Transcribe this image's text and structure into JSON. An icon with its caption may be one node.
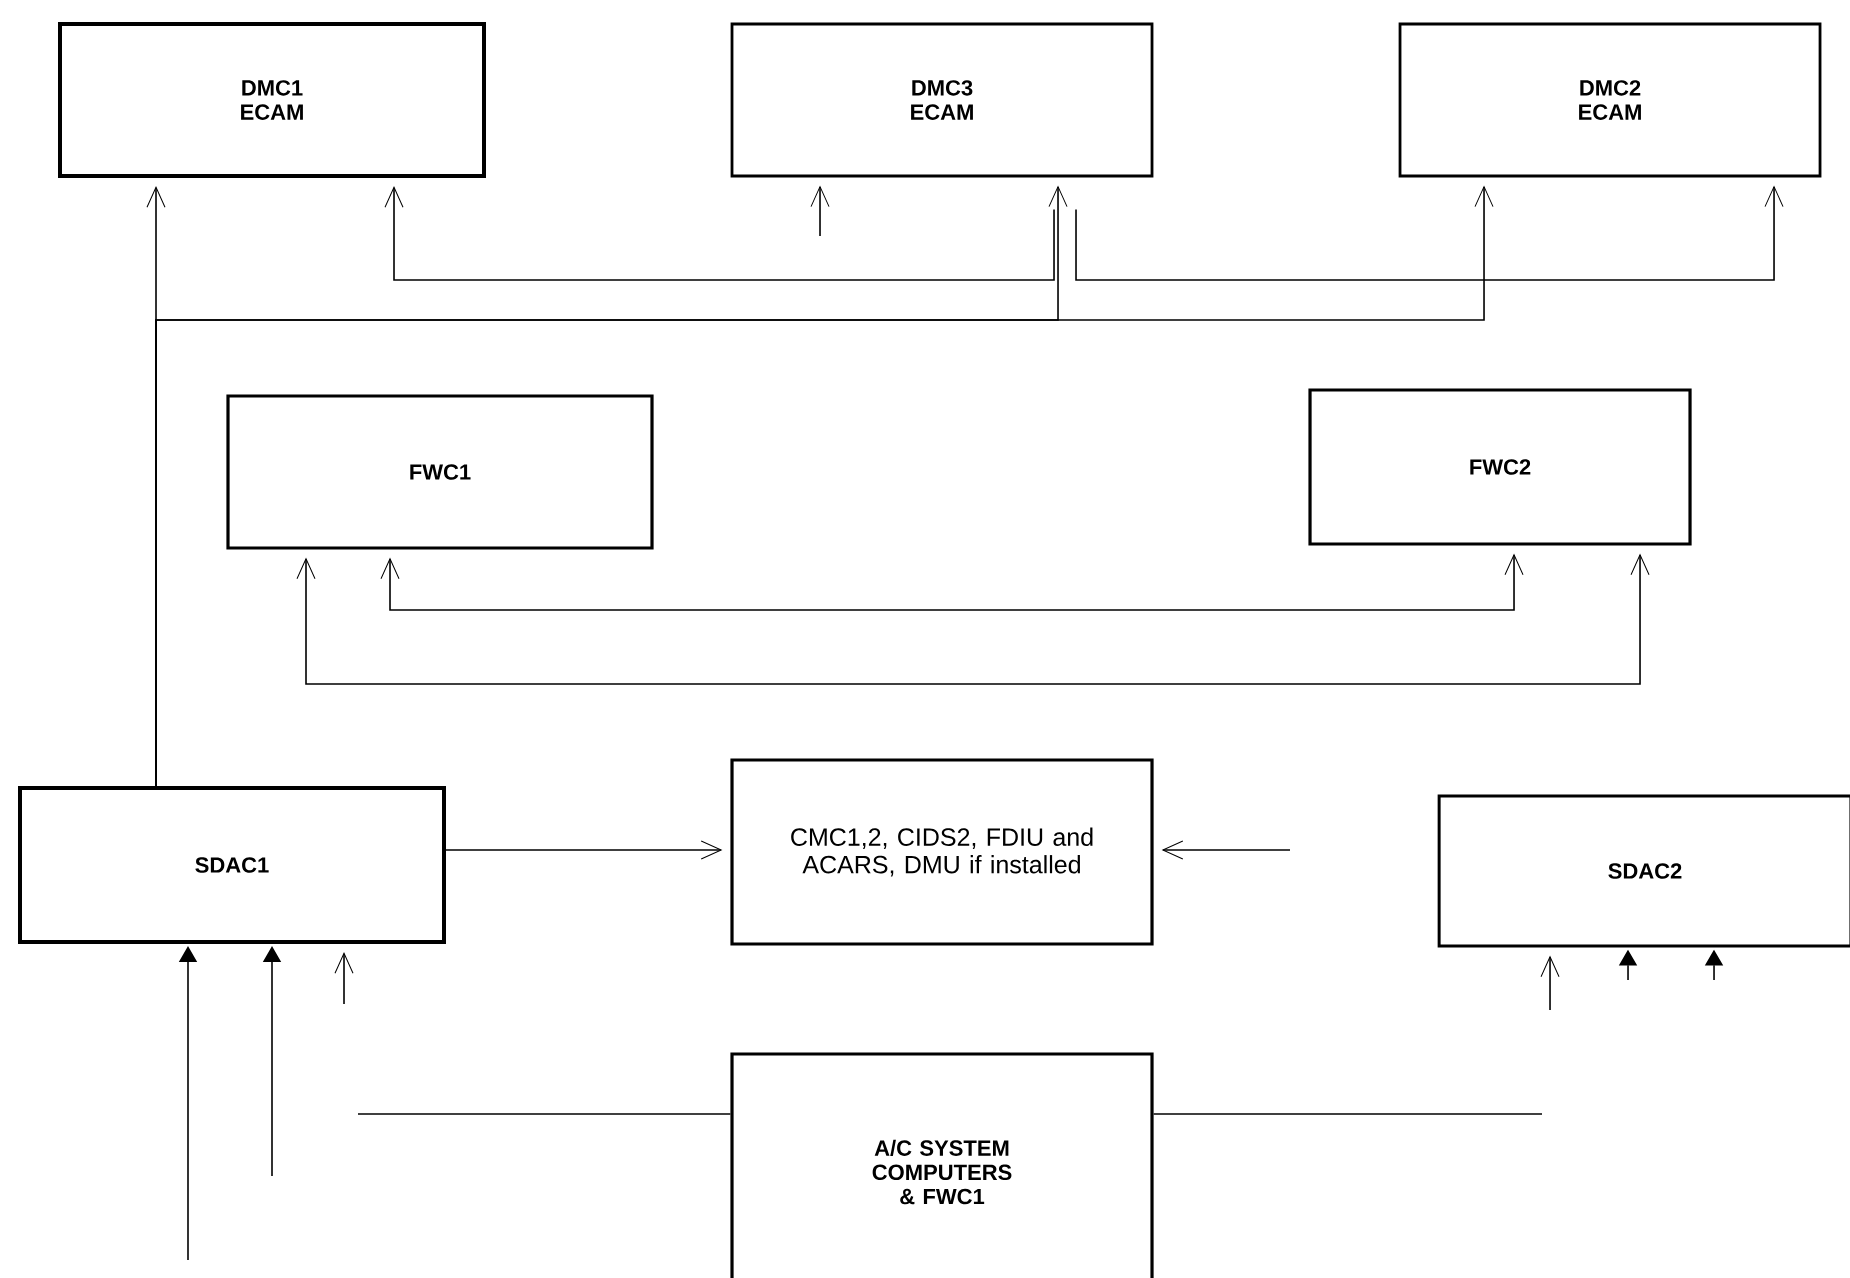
{
  "diagram": {
    "nodes": [
      {
        "text": [
          "DMC1 ECAM"
        ]
      },
      {
        "text": [
          "DMC3 ECAM"
        ]
      },
      {
        "text": [
          "DMC2 ECAM"
        ]
      },
      {
        "text": [
          "FWC1"
        ]
      },
      {
        "text": [
          "FWC2"
        ]
      },
      {
        "text": [
          "SDAC1"
        ]
      },
      {
        "text": [
          "CMC1,2, CIDS2, FDIU and ACARS, DMU if installed"
        ]
      },
      {
        "text": [
          "SDAC2"
        ]
      },
      {
        "text": [
          "A/C SYSTEM COMPUTERS & FWC1"
        ]
      }
    ],
    "edges": [
      {
        "from": 5,
        "to": 0,
        "arrow": "to"
      },
      {
        "from": 5,
        "to": 1,
        "arrow": "to"
      },
      {
        "from": 5,
        "to": 2,
        "arrow": "to"
      },
      {
        "from": 1,
        "to": 0,
        "arrow": "to"
      },
      {
        "from": 1,
        "to": 2,
        "arrow": "to"
      },
      {
        "from": null,
        "to": 1,
        "arrow": "to"
      },
      {
        "from": 3,
        "to": 4,
        "arrow": "both"
      },
      {
        "from": 3,
        "to": 4,
        "arrow": "both"
      },
      {
        "from": 5,
        "to": 6,
        "arrow": "to"
      },
      {
        "from": null,
        "to": 6,
        "arrow": "to"
      },
      {
        "from": null,
        "to": 5,
        "arrow": "to"
      },
      {
        "from": null,
        "to": 5,
        "arrow": "to"
      },
      {
        "from": null,
        "to": 5,
        "arrow": "to"
      },
      {
        "from": 8,
        "to": null,
        "arrow": "none"
      },
      {
        "from": 8,
        "to": null,
        "arrow": "none"
      },
      {
        "from": null,
        "to": 7,
        "arrow": "to"
      },
      {
        "from": null,
        "to": 7,
        "arrow": "to"
      },
      {
        "from": null,
        "to": 7,
        "arrow": "to"
      }
    ]
  }
}
